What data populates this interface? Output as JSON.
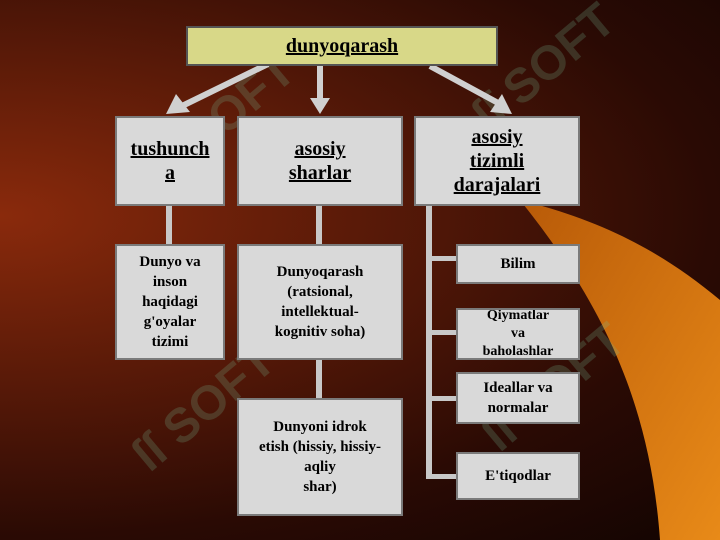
{
  "title": "dunyoqarash",
  "columns": [
    {
      "header": "tushuncha",
      "header_lines": [
        "tushunch",
        "a"
      ],
      "children": [
        "Dunyo va\ninson\nhaqidagi\ng'oyalar\ntizimi"
      ]
    },
    {
      "header": "asosiy sharlar",
      "header_lines": [
        "asosiy",
        "sharlar"
      ],
      "children": [
        "Dunyoqarash\n(ratsional,\nintellektual-\nkognitiv soha)",
        "Dunyoni idrok\netish (hissiy, hissiy-\naqliy\nshar)"
      ]
    },
    {
      "header": "asosiy tizimli darajalari",
      "header_lines": [
        "asosiy",
        "tizimli",
        "darajalari"
      ],
      "children": [
        "Bilim",
        "Qiymatlar\nva\nbaholashlar",
        "Ideallar va\nnormalar",
        "E'tiqodlar"
      ]
    }
  ],
  "watermark": "SOFT",
  "colors": {
    "title_bg": "#d8d888",
    "box_bg": "#d9d9d9",
    "arrow": "#d0d0d0",
    "accent_wedge": "#e07a10"
  }
}
